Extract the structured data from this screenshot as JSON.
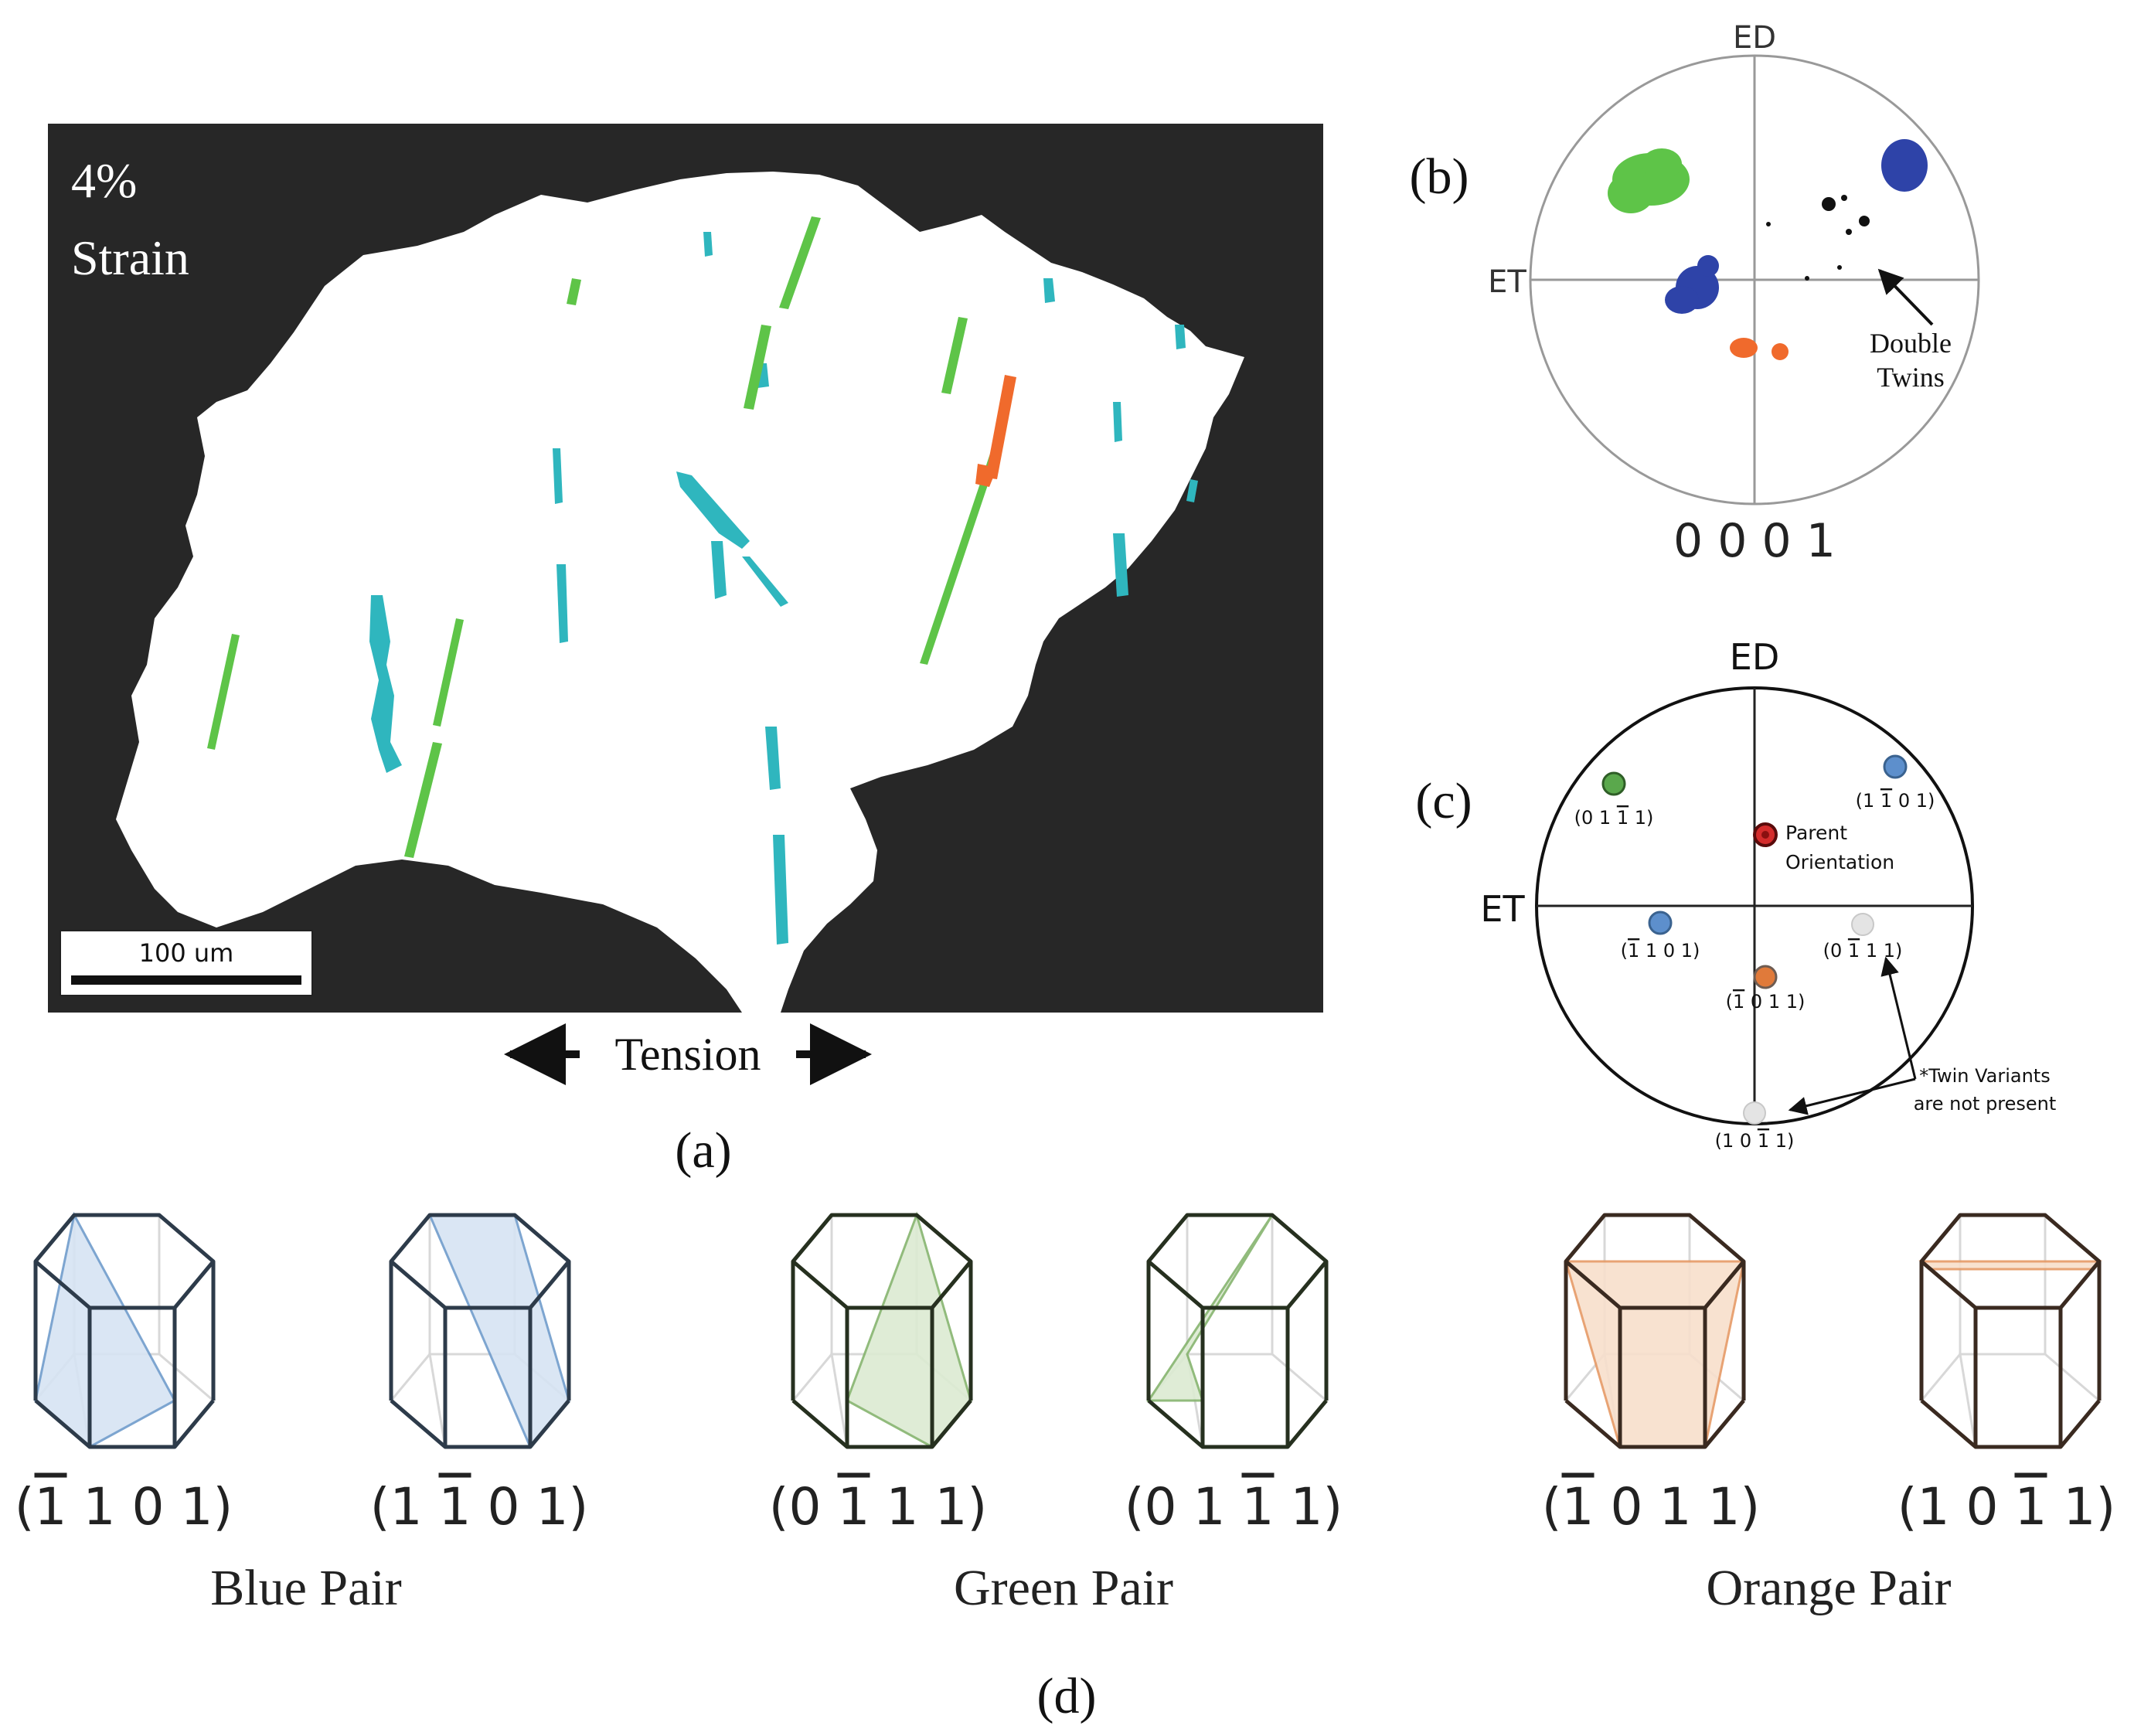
{
  "panel_a": {
    "strain_line1": "4%",
    "strain_line2": "Strain",
    "scale_label": "100 um",
    "tension_label": "Tension",
    "caption": "(a)"
  },
  "panel_b": {
    "caption": "(b)",
    "axis_top": "ED",
    "axis_left": "ET",
    "annotation_line1": "Double",
    "annotation_line2": "Twins",
    "index_label": "0 0 0 1"
  },
  "panel_c": {
    "caption": "(c)",
    "axis_top": "ED",
    "axis_left": "ET",
    "parent_line1": "Parent",
    "parent_line2": "Orientation",
    "note_line1": "*Twin Variants",
    "note_line2": "are not present",
    "variants": [
      {
        "name": "green",
        "label": [
          {
            "d": "0"
          },
          {
            "d": "1"
          },
          {
            "d": "1",
            "bar": true
          },
          {
            "d": "1"
          }
        ]
      },
      {
        "name": "blue-right",
        "label": [
          {
            "d": "1"
          },
          {
            "d": "1",
            "bar": true
          },
          {
            "d": "0"
          },
          {
            "d": "1"
          }
        ]
      },
      {
        "name": "blue-left",
        "label": [
          {
            "d": "1",
            "bar": true
          },
          {
            "d": "1"
          },
          {
            "d": "0"
          },
          {
            "d": "1"
          }
        ]
      },
      {
        "name": "absent-right",
        "label": [
          {
            "d": "0"
          },
          {
            "d": "1",
            "bar": true
          },
          {
            "d": "1"
          },
          {
            "d": "1"
          }
        ]
      },
      {
        "name": "orange",
        "label": [
          {
            "d": "1",
            "bar": true
          },
          {
            "d": "0"
          },
          {
            "d": "1"
          },
          {
            "d": "1"
          }
        ]
      },
      {
        "name": "absent-bottom",
        "label": [
          {
            "d": "1"
          },
          {
            "d": "0"
          },
          {
            "d": "1",
            "bar": true
          },
          {
            "d": "1"
          }
        ]
      }
    ]
  },
  "panel_d": {
    "caption": "(d)",
    "pairs": [
      {
        "name": "Blue Pair",
        "color": "#6f9ccc",
        "fill": "#d6e4f3",
        "edge": "#2d3b4a",
        "planes": [
          [
            {
              "d": "1",
              "bar": true
            },
            {
              "d": "1"
            },
            {
              "d": "0"
            },
            {
              "d": "1"
            }
          ],
          [
            {
              "d": "1"
            },
            {
              "d": "1",
              "bar": true
            },
            {
              "d": "0"
            },
            {
              "d": "1"
            }
          ]
        ]
      },
      {
        "name": "Green Pair",
        "color": "#86b46e",
        "fill": "#dcebd2",
        "edge": "#26301f",
        "planes": [
          [
            {
              "d": "0"
            },
            {
              "d": "1",
              "bar": true
            },
            {
              "d": "1"
            },
            {
              "d": "1"
            }
          ],
          [
            {
              "d": "0"
            },
            {
              "d": "1"
            },
            {
              "d": "1",
              "bar": true
            },
            {
              "d": "1"
            }
          ]
        ]
      },
      {
        "name": "Orange Pair",
        "color": "#e69a66",
        "fill": "#f8dfcc",
        "edge": "#3a2a20",
        "planes": [
          [
            {
              "d": "1",
              "bar": true
            },
            {
              "d": "0"
            },
            {
              "d": "1"
            },
            {
              "d": "1"
            }
          ],
          [
            {
              "d": "1"
            },
            {
              "d": "0"
            },
            {
              "d": "1",
              "bar": true
            },
            {
              "d": "1"
            }
          ]
        ]
      }
    ]
  },
  "colors": {
    "background_dark": "#272727",
    "cyan_twin": "#2fb6be",
    "green_twin": "#5ec448",
    "orange_twin": "#f06a2c",
    "blue_pole": "#2e43a8",
    "green_marker": "#5aa84c",
    "blue_marker": "#5d8fcc",
    "orange_marker": "#e07a3a",
    "parent_marker": "#d42c2c",
    "absent_marker": "#e4e4e4"
  }
}
